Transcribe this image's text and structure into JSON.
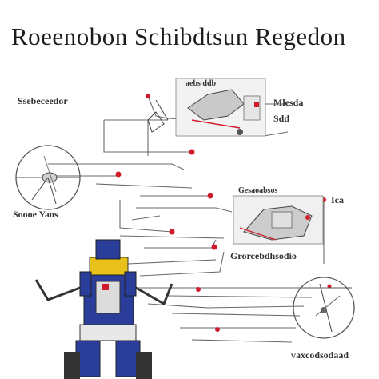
{
  "title": "Roeenobon Schibdtsun Regedon",
  "labels": {
    "top_left": "Ssebeceedor",
    "top_center": "aebs ddb",
    "right_top_1": "Mlesda",
    "right_top_2": "Sdd",
    "left_mid": "Soooe Yaos",
    "center_mid": "Gesaoabsos",
    "right_mid": "Ica",
    "center_bottom": "Grorcebdhsodio",
    "bottom_right": "vaxcodsodaad"
  },
  "colors": {
    "line": "#6a6a6a",
    "node": "#d01b2a",
    "robot_blue": "#2a3d9a",
    "robot_yellow": "#e8c21a"
  }
}
